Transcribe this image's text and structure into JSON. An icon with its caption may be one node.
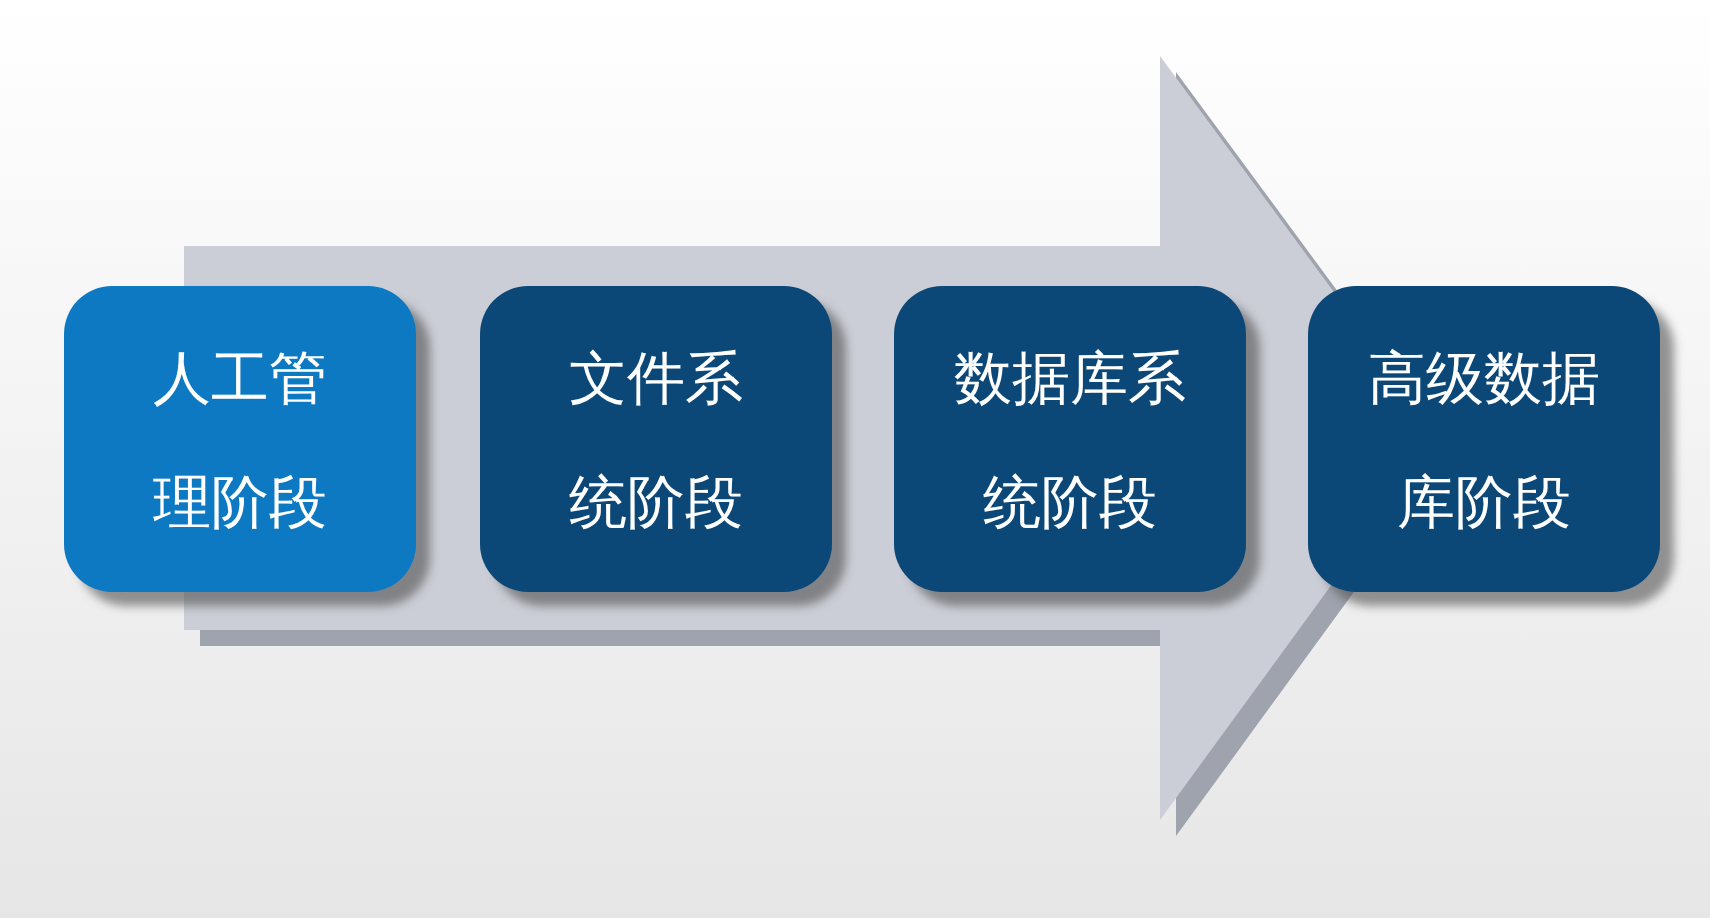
{
  "diagram": {
    "nodes": [
      {
        "text": [
          "人工管理阶段"
        ]
      },
      {
        "text": [
          "文件系统阶段"
        ]
      },
      {
        "text": [
          "数据库系统阶段"
        ]
      },
      {
        "text": [
          "高级数据库阶段"
        ]
      }
    ],
    "edges": [
      {
        "from": 0,
        "to": 3,
        "arrow": "to"
      }
    ]
  }
}
